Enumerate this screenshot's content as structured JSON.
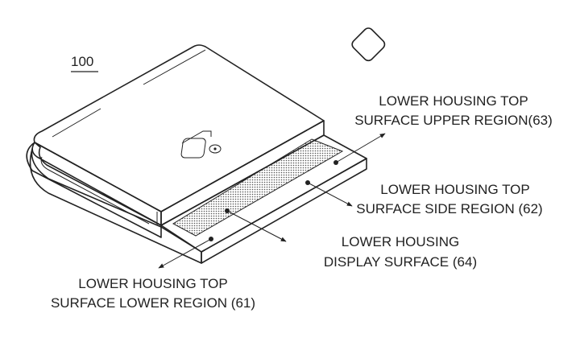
{
  "figure": {
    "reference_numeral": "100",
    "labels": {
      "upper_region": {
        "line1": "LOWER HOUSING TOP",
        "line2": "SURFACE UPPER REGION(63)"
      },
      "side_region": {
        "line1": "LOWER HOUSING TOP",
        "line2": "SURFACE SIDE REGION (62)"
      },
      "display_surface": {
        "line1": "LOWER HOUSING",
        "line2": "DISPLAY SURFACE (64)"
      },
      "lower_region": {
        "line1": "LOWER HOUSING TOP",
        "line2": "SURFACE LOWER REGION (61)"
      }
    }
  }
}
